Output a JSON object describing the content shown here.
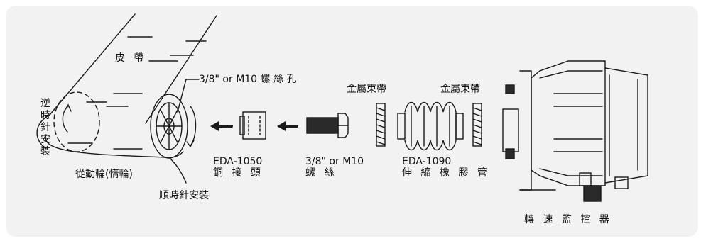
{
  "labels": {
    "belt": "皮 帶",
    "hole": "3/8\" or M10 螺 絲 孔",
    "ccw": "逆時針安裝",
    "idler": "從動輪(惰輪)",
    "cw": "順時針安裝",
    "metal_band_left": "金屬束帶",
    "metal_band_right": "金屬束帶",
    "adapter_model": "EDA-1050",
    "adapter_name": "銅 接 頭",
    "screw_spec": "3/8\" or M10",
    "screw_name": "螺 絲",
    "hose_model": "EDA-1090",
    "hose_name": "伸 縮 橡 膠 管",
    "monitor": "轉 速 監 控 器"
  },
  "colors": {
    "panel": "#f2f2f2",
    "line": "#1a1a1a",
    "dark_fill": "#2a2a2a"
  }
}
